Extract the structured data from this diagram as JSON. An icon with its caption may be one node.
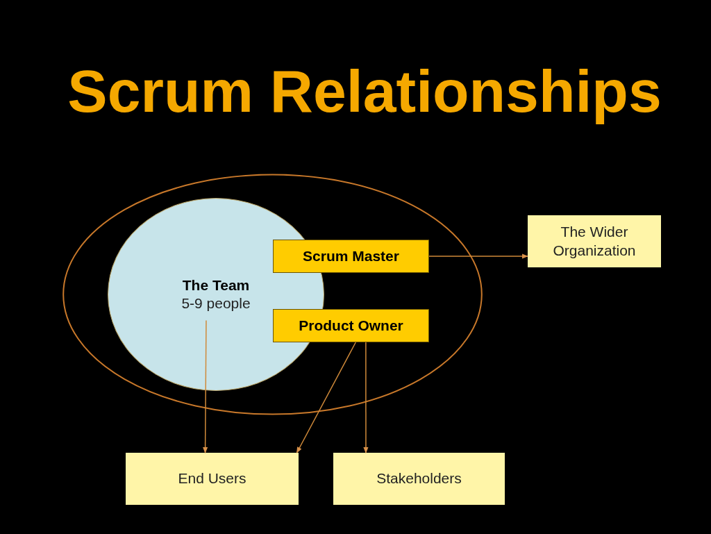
{
  "diagram": {
    "title": "Scrum Relationships",
    "nodes": [
      {
        "text": [],
        "shape": "ellipse"
      },
      {
        "text": [
          "The Team",
          "5-9 people"
        ],
        "in": 0
      },
      {
        "text": [
          "Scrum Master"
        ],
        "in": 0
      },
      {
        "text": [
          "Product Owner"
        ],
        "in": 0
      },
      {
        "text": [
          "The Wider Organization"
        ]
      },
      {
        "text": [
          "End Users"
        ]
      },
      {
        "text": [
          "Stakeholders"
        ]
      }
    ],
    "edges": [
      {
        "from": 1,
        "to": 5,
        "arrow": "to"
      },
      {
        "from": 3,
        "to": 5,
        "arrow": "to"
      },
      {
        "from": 3,
        "to": 6,
        "arrow": "to"
      },
      {
        "from": 2,
        "to": 4,
        "arrow": "to"
      }
    ]
  }
}
